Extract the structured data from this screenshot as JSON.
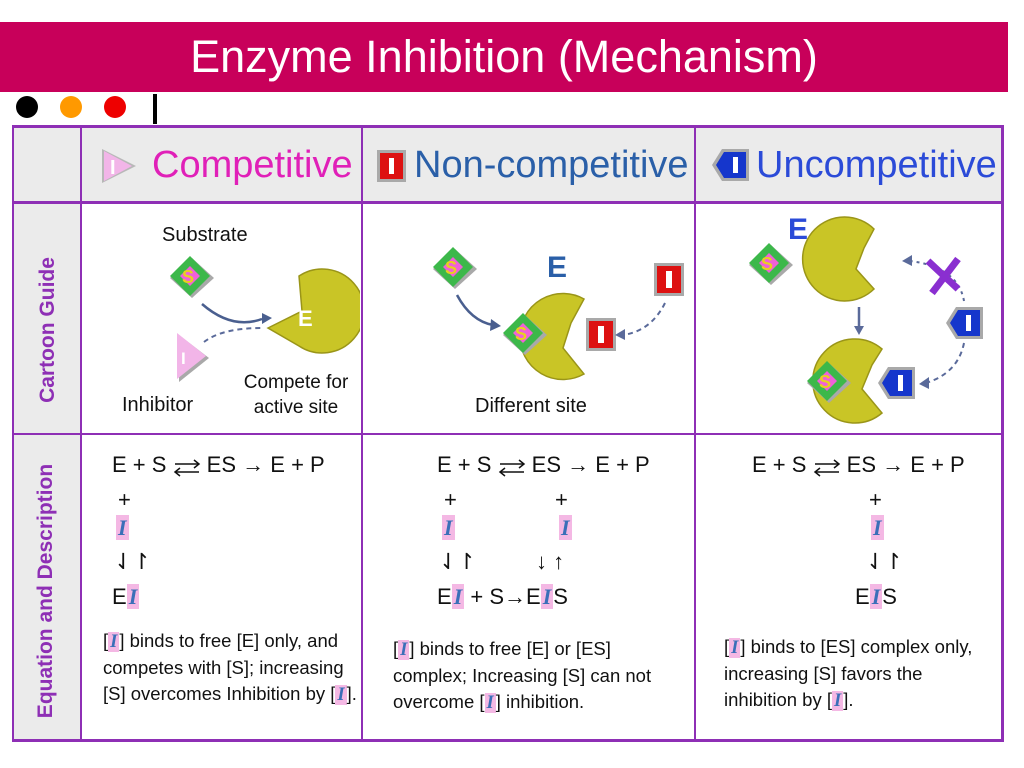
{
  "slide": {
    "title": "Enzyme Inhibition (Mechanism)",
    "dot_colors": [
      "#000000",
      "#ff9900",
      "#ee0000"
    ]
  },
  "rows": {
    "cartoon": "Cartoon Guide",
    "equation": "Equation and Description"
  },
  "columns": {
    "competitive": {
      "title": "Competitive",
      "substrate_label": "Substrate",
      "inhibitor_label": "Inhibitor",
      "compete_label_1": "Compete for",
      "compete_label_2": "active site",
      "enzyme_letter": "E",
      "substrate_letter": "S",
      "inhibitor_letter": "I",
      "eq_main": "E + S",
      "eq_es": "ES",
      "eq_product": "E + P",
      "plus": "+",
      "inhibitor_symbol": "I",
      "eq_arrows": "⇃↾",
      "eq_complex_prefix": "E",
      "desc_open": "[",
      "desc_close_1": "] binds to free [E] only, and competes with [S]; increasing [S] overcomes Inhibition by [",
      "desc_close_2": "]."
    },
    "noncompetitive": {
      "title": "Non-competitive",
      "site_label": "Different site",
      "enzyme_letter": "E",
      "substrate_letter": "S",
      "inhibitor_letter": "I",
      "eq_main": "E + S",
      "eq_es": "ES",
      "eq_product": "E + P",
      "plus": "+",
      "inhibitor_symbol": "I",
      "eq_arrows": "⇃↾",
      "eq_arrows_2": "↓ ↑",
      "eq_complex_prefix": "E",
      "eq_complex_mid": " + S",
      "eq_complex_prefix_2": "E",
      "eq_complex_suffix": "S",
      "desc_open": "[",
      "desc_close_1": "] binds to free [E] or [ES] complex; Increasing [S] can not overcome [",
      "desc_close_2": "] inhibition."
    },
    "uncompetitive": {
      "title": "Uncompetitive",
      "enzyme_letter": "E",
      "substrate_letter": "S",
      "inhibitor_letter": "I",
      "eq_main": "E + S",
      "eq_es": "ES",
      "eq_product": "E + P",
      "plus": "+",
      "inhibitor_symbol": "I",
      "eq_arrows": "⇃↾",
      "eq_complex_prefix": "E",
      "eq_complex_suffix": "S",
      "desc_open": "[",
      "desc_close_1": "] binds to [ES] complex only, increasing [S] favors the inhibition by [",
      "desc_close_2": "]."
    }
  },
  "colors": {
    "title_bar": "#c8005a",
    "grid": "#8e2fb5",
    "competitive": "#e020b8",
    "noncompetitive": "#2a5fa8",
    "uncompetitive": "#2b4bd8",
    "enzyme": "#c9c526",
    "substrate": "#3cb84a",
    "inhibitor_red": "#dd1111"
  }
}
